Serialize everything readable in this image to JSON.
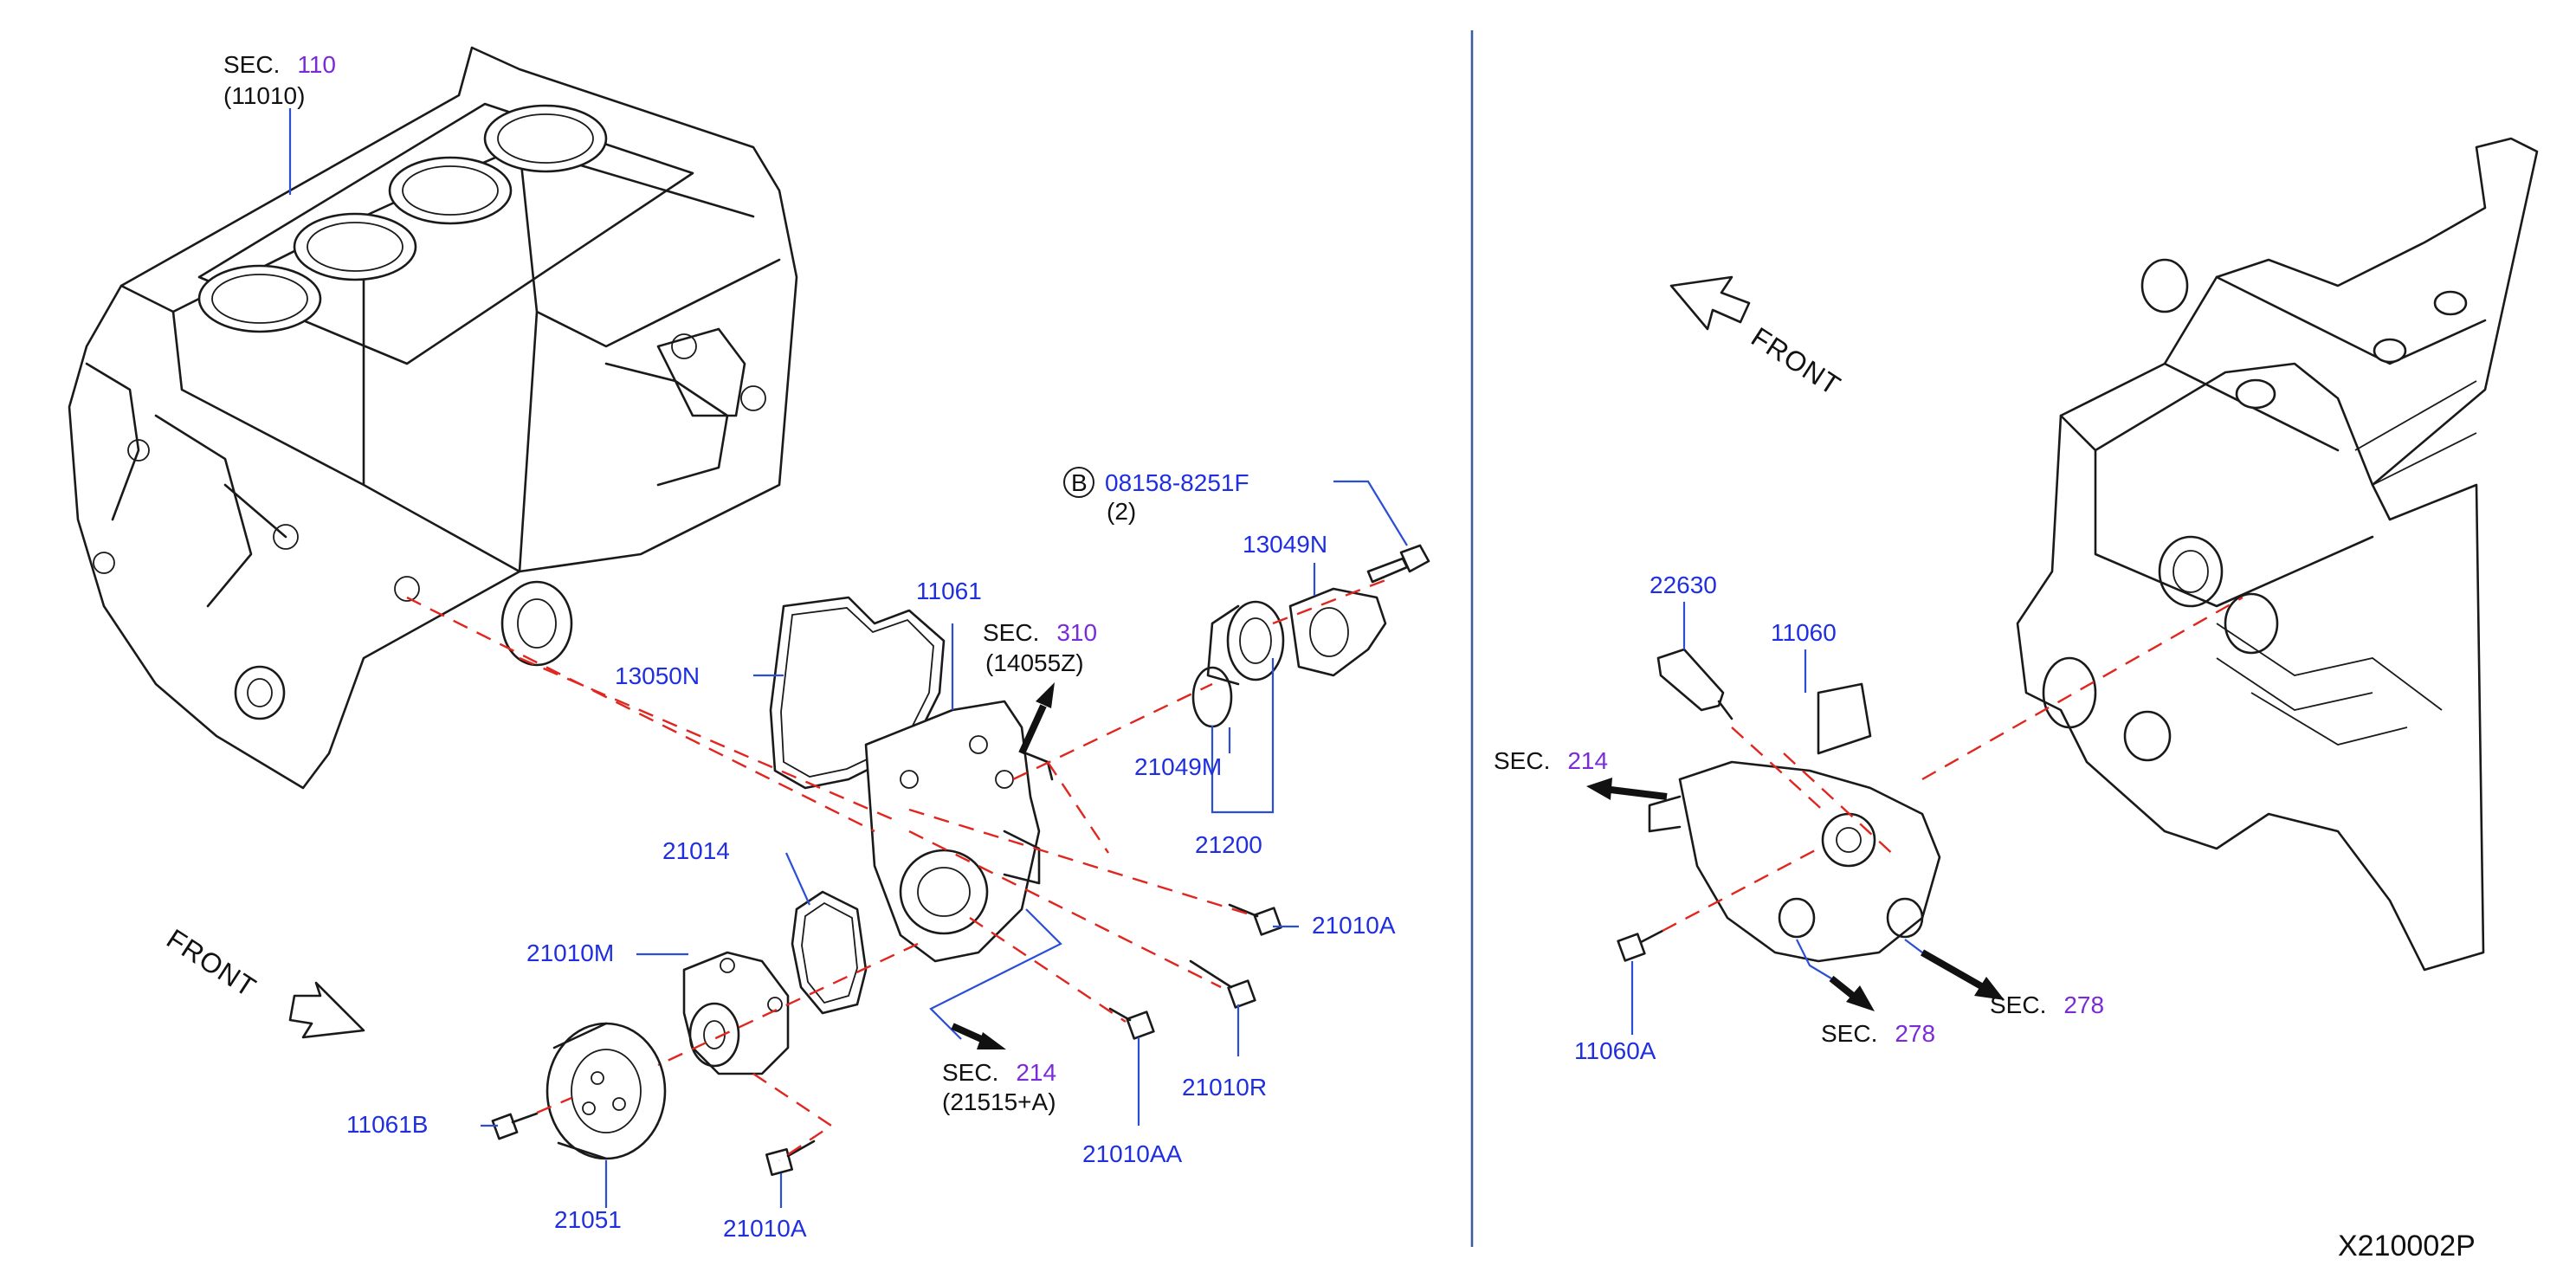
{
  "diagram": {
    "left": {
      "sec_110": {
        "label": "SEC.",
        "num": "110",
        "sub": "(11010)"
      },
      "p_13050N": "13050N",
      "p_11061": "11061",
      "sec_310": {
        "label": "SEC.",
        "num": "310",
        "sub": "(14055Z)"
      },
      "bolt_ref": {
        "badge": "B",
        "part": "08158-8251F",
        "qty": "(2)"
      },
      "p_13049N": "13049N",
      "p_21049M": "21049M",
      "p_21200": "21200",
      "p_21010A_upper": "21010A",
      "p_21014": "21014",
      "p_21010M": "21010M",
      "front": "FRONT",
      "p_11061B": "11061B",
      "p_21051": "21051",
      "p_21010A_lower": "21010A",
      "sec_214": {
        "label": "SEC.",
        "num": "214",
        "sub": "(21515+A)"
      },
      "p_21010AA": "21010AA",
      "p_21010R": "21010R"
    },
    "right": {
      "front": "FRONT",
      "p_22630": "22630",
      "p_11060": "11060",
      "sec_214": {
        "label": "SEC.",
        "num": "214"
      },
      "p_11060A": "11060A",
      "sec_278_a": {
        "label": "SEC.",
        "num": "278"
      },
      "sec_278_b": {
        "label": "SEC.",
        "num": "278"
      }
    },
    "drawing_code": "X210002P"
  }
}
